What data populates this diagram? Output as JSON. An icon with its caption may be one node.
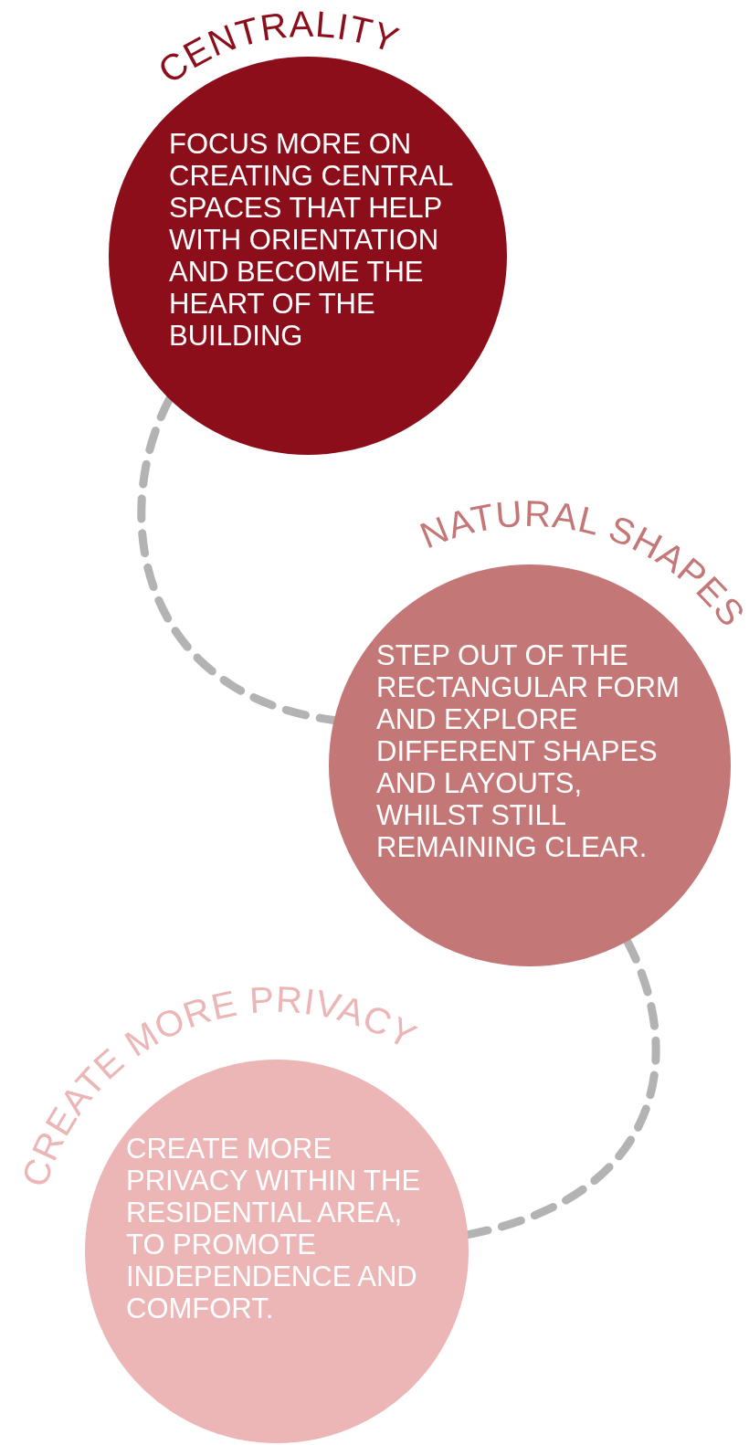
{
  "diagram": {
    "nodes": [
      {
        "text": [
          "CENTRALITY",
          "FOCUS MORE ON CREATING CENTRAL SPACES THAT HELP WITH ORIENTATION AND BECOME THE HEART OF THE BUILDING"
        ]
      },
      {
        "text": [
          "NATURAL SHAPES",
          "STEP OUT OF THE RECTANGULAR FORM AND EXPLORE DIFFERENT SHAPES AND LAYOUTS, WHILST STILL REMAINING CLEAR."
        ]
      },
      {
        "text": [
          "CREATE MORE PRIVACY",
          "CREATE MORE PRIVACY WITHIN THE RESIDENTIAL AREA, TO PROMOTE INDEPENDENCE AND COMFORT."
        ]
      }
    ],
    "edges": [
      {
        "from": 0,
        "to": 1,
        "arrow": "none",
        "style": "dashed"
      },
      {
        "from": 1,
        "to": 2,
        "arrow": "none",
        "style": "dashed"
      }
    ]
  }
}
